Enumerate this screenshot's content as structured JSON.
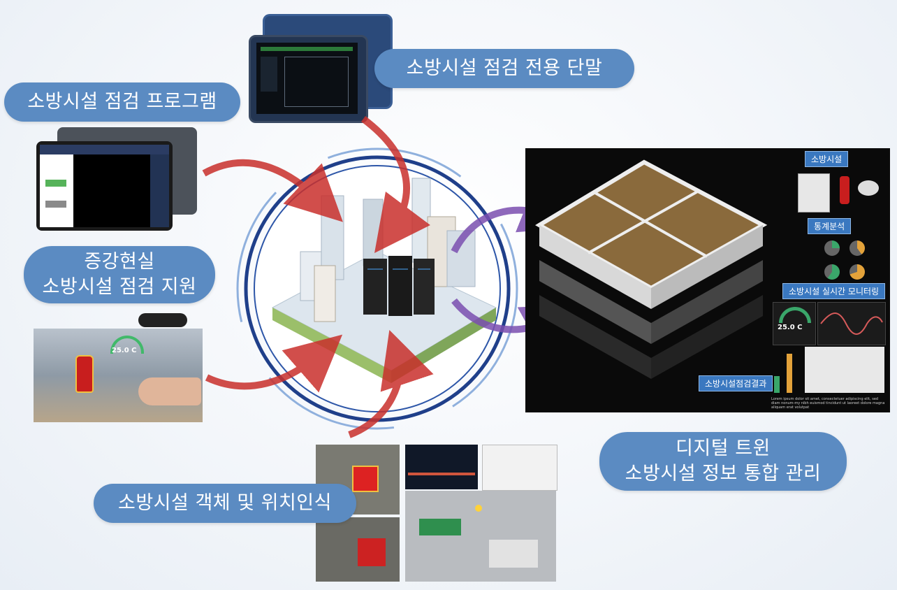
{
  "labels": {
    "terminal": "소방시설 점검 전용 단말",
    "program": "소방시설 점검 프로그램",
    "ar_line1": "증강현실",
    "ar_line2": "소방시설 점검 지원",
    "recognition": "소방시설 객체 및 위치인식",
    "twin_line1": "디지털 트윈",
    "twin_line2": "소방시설 정보 통합 관리"
  },
  "twin_panel": {
    "tag_facility": "소방시설",
    "tag_stats": "통계분석",
    "tag_monitor": "소방시설 실시간 모니터링",
    "tag_result": "소방시설점검결과",
    "gauge_value": "25.0 C",
    "lorem": "Lorem ipsum dolor sit amet, consectetuer adipiscing elit, sed diam nonum-my nibh euismod tincidunt ut laoreet dolore magna aliquam erat volutpat"
  },
  "ar_view": {
    "temp": "25.0 C"
  },
  "colors": {
    "pill_bg": "#5b8bc2",
    "arrow_red": "#c9302c",
    "arrow_purple": "#7b4fb0",
    "ring_blue": "#1f3f8a"
  },
  "icons": [
    "server-icon",
    "fire-extinguisher-icon",
    "detector-icon",
    "gauge-icon",
    "pie-chart-icon",
    "line-chart-icon"
  ]
}
